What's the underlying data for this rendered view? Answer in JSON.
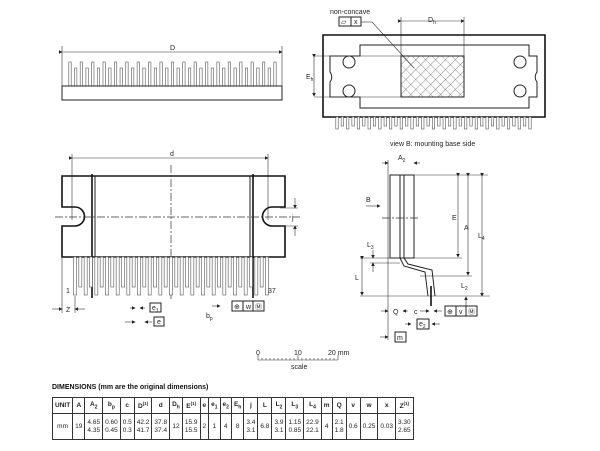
{
  "top_view": {
    "dim_D": "D"
  },
  "base_view": {
    "non_concave": "non-concave",
    "flatness_symbol": "▱",
    "flatness_tol": "x",
    "dim_Dh": {
      "sym": "D",
      "sub": "h"
    },
    "dim_Eh": {
      "sym": "E",
      "sub": "h"
    },
    "caption": "view B: mounting base side"
  },
  "front_view": {
    "dim_d": "d",
    "dim_j": "j",
    "pin_first": "1",
    "pin_last": "37",
    "dim_Z": "Z",
    "dim_e1": {
      "sym": "e",
      "sub": "1"
    },
    "dim_e": "e",
    "dim_bp": {
      "sym": "b",
      "sub": "p"
    },
    "tolerance": {
      "pos": "⊕",
      "val": "w",
      "mod": "Ⓜ"
    },
    "pin_count": 37
  },
  "side_view": {
    "dim_A2": {
      "sym": "A",
      "sub": "2"
    },
    "view_B": "B",
    "dim_E": "E",
    "dim_A": "A",
    "dim_L4": {
      "sym": "L",
      "sub": "4"
    },
    "dim_L3": {
      "sym": "L",
      "sub": "3"
    },
    "dim_L": "L",
    "dim_L2": {
      "sym": "L",
      "sub": "2"
    },
    "dim_Q": "Q",
    "dim_c": "c",
    "dim_e2": {
      "sym": "e",
      "sub": "2"
    },
    "dim_m": "m",
    "tolerance": {
      "pos": "⊕",
      "val": "v",
      "mod": "Ⓜ"
    }
  },
  "scale": {
    "ticks": [
      "0",
      "10",
      "20 mm"
    ],
    "label": "scale"
  },
  "dimensions": {
    "title": "DIMENSIONS (mm are the original dimensions)",
    "headers": [
      {
        "sym": "UNIT",
        "sub": "",
        "sup": ""
      },
      {
        "sym": "A",
        "sub": "",
        "sup": ""
      },
      {
        "sym": "A",
        "sub": "2",
        "sup": ""
      },
      {
        "sym": "b",
        "sub": "p",
        "sup": ""
      },
      {
        "sym": "c",
        "sub": "",
        "sup": ""
      },
      {
        "sym": "D",
        "sub": "",
        "sup": "(1)"
      },
      {
        "sym": "d",
        "sub": "",
        "sup": ""
      },
      {
        "sym": "D",
        "sub": "h",
        "sup": ""
      },
      {
        "sym": "E",
        "sub": "",
        "sup": "(1)"
      },
      {
        "sym": "e",
        "sub": "",
        "sup": ""
      },
      {
        "sym": "e",
        "sub": "1",
        "sup": ""
      },
      {
        "sym": "e",
        "sub": "2",
        "sup": ""
      },
      {
        "sym": "E",
        "sub": "h",
        "sup": ""
      },
      {
        "sym": "j",
        "sub": "",
        "sup": ""
      },
      {
        "sym": "L",
        "sub": "",
        "sup": ""
      },
      {
        "sym": "L",
        "sub": "2",
        "sup": ""
      },
      {
        "sym": "L",
        "sub": "3",
        "sup": ""
      },
      {
        "sym": "L",
        "sub": "4",
        "sup": ""
      },
      {
        "sym": "m",
        "sub": "",
        "sup": ""
      },
      {
        "sym": "Q",
        "sub": "",
        "sup": ""
      },
      {
        "sym": "v",
        "sub": "",
        "sup": ""
      },
      {
        "sym": "w",
        "sub": "",
        "sup": ""
      },
      {
        "sym": "x",
        "sub": "",
        "sup": ""
      },
      {
        "sym": "Z",
        "sub": "",
        "sup": "(1)"
      }
    ],
    "row": [
      [
        "mm"
      ],
      [
        "19"
      ],
      [
        "4.65",
        "4.35"
      ],
      [
        "0.60",
        "0.45"
      ],
      [
        "0.5",
        "0.3"
      ],
      [
        "42.2",
        "41.7"
      ],
      [
        "37.8",
        "37.4"
      ],
      [
        "12"
      ],
      [
        "15.9",
        "15.5"
      ],
      [
        "2"
      ],
      [
        "1"
      ],
      [
        "4"
      ],
      [
        "8"
      ],
      [
        "3.4",
        "3.1"
      ],
      [
        "6.8"
      ],
      [
        "3.9",
        "3.1"
      ],
      [
        "1.15",
        "0.85"
      ],
      [
        "22.9",
        "22.1"
      ],
      [
        "4"
      ],
      [
        "2.1",
        "1.8"
      ],
      [
        "0.6"
      ],
      [
        "0.25"
      ],
      [
        "0.03"
      ],
      [
        "3.30",
        "2.65"
      ]
    ]
  }
}
